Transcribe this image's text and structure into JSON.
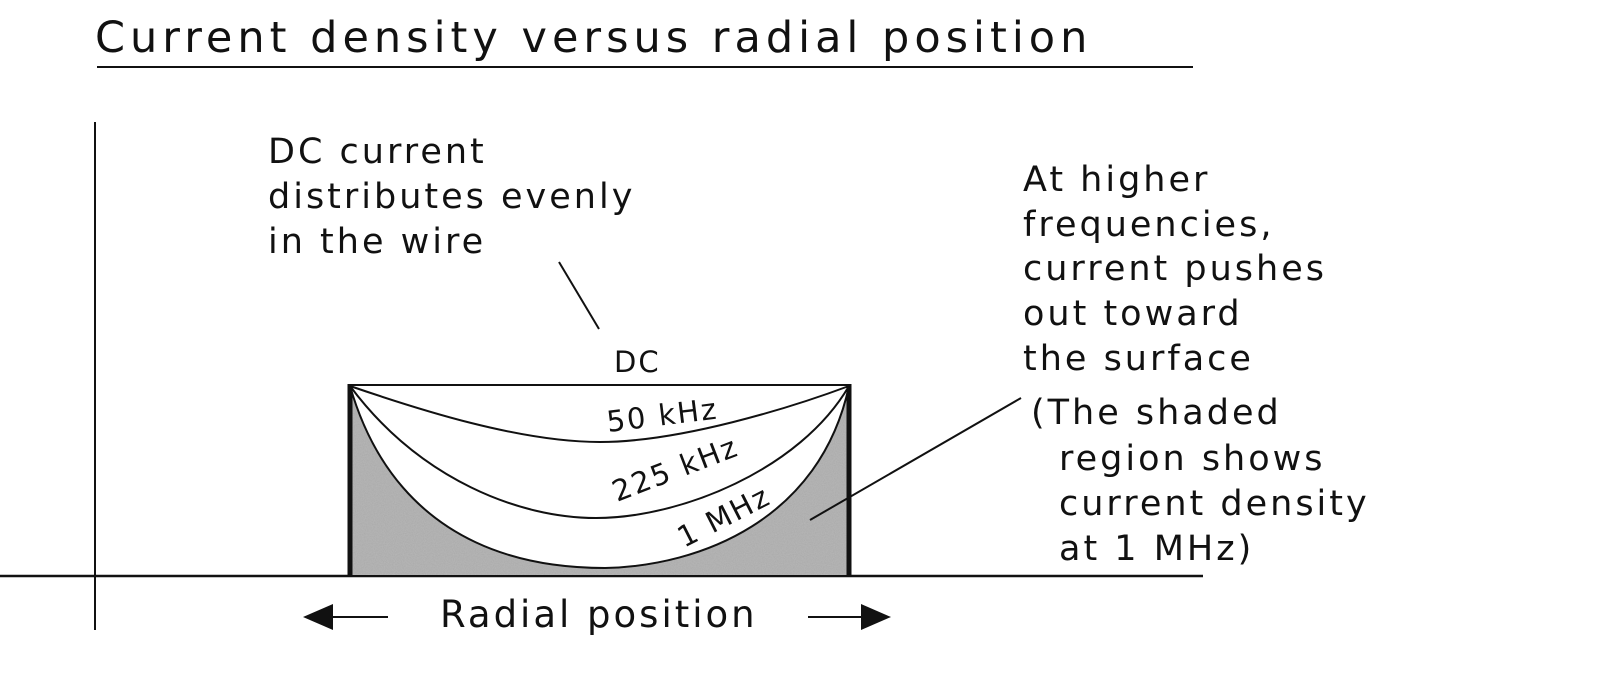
{
  "title": "Current density versus radial position",
  "x_axis_label": "Radial position",
  "annotations": {
    "dc_note": [
      "DC current",
      "distributes evenly",
      "in the wire"
    ],
    "hf_note": [
      "At higher",
      "frequencies,",
      "current pushes",
      "out toward",
      "the surface"
    ],
    "shaded_note": [
      "(The shaded",
      "region shows",
      "current density",
      "at 1 MHz)"
    ]
  },
  "curve_labels": {
    "dc": "DC",
    "khz50": "50 kHz",
    "khz225": "225 kHz",
    "mhz1": "1 MHz"
  },
  "colors": {
    "ink": "#111111",
    "shade": "#a9a9a9",
    "background": "#ffffff"
  }
}
